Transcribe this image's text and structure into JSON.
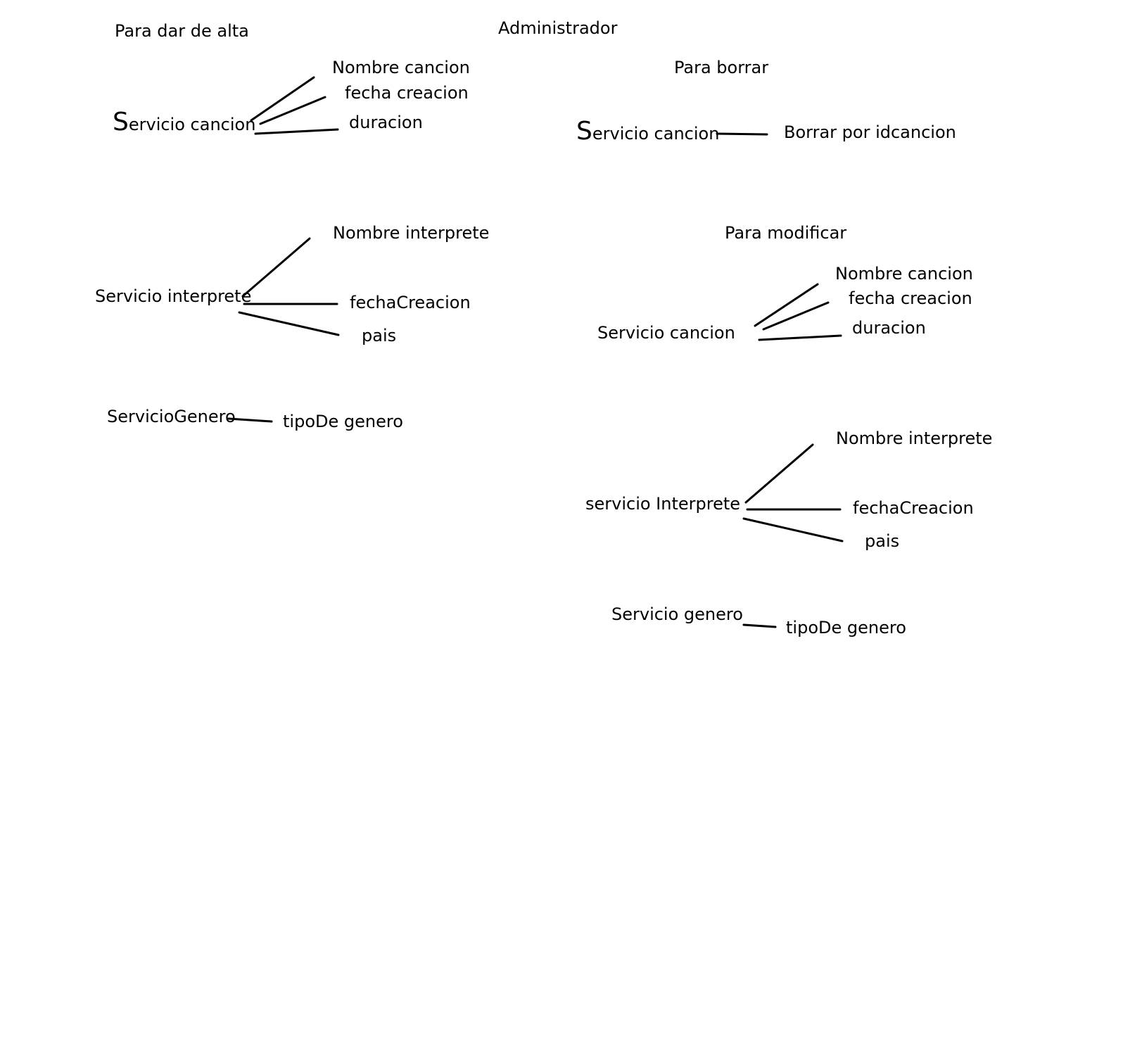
{
  "title": "Administrador",
  "alta": {
    "heading": "Para dar de alta",
    "cancion": {
      "service_initial": "S",
      "service_rest": "ervicio cancion",
      "fields": [
        "Nombre cancion",
        "fecha creacion",
        "duracion"
      ]
    },
    "interprete": {
      "service": "Servicio interprete",
      "fields": [
        "Nombre interprete",
        "fechaCreacion",
        "pais"
      ]
    },
    "genero": {
      "service": "ServicioGenero",
      "fields": [
        "tipoDe genero"
      ]
    }
  },
  "borrar": {
    "heading": "Para borrar",
    "cancion": {
      "service_initial": "S",
      "service_rest": "ervicio cancion",
      "fields": [
        "Borrar por idcancion"
      ]
    }
  },
  "modificar": {
    "heading": "Para modificar",
    "cancion": {
      "service": "Servicio cancion",
      "fields": [
        "Nombre cancion",
        "fecha creacion",
        "duracion"
      ]
    },
    "interprete": {
      "service": "servicio Interprete",
      "fields": [
        "Nombre interprete",
        "fechaCreacion",
        "pais"
      ]
    },
    "genero": {
      "service": "Servicio genero",
      "fields": [
        "tipoDe genero"
      ]
    }
  }
}
